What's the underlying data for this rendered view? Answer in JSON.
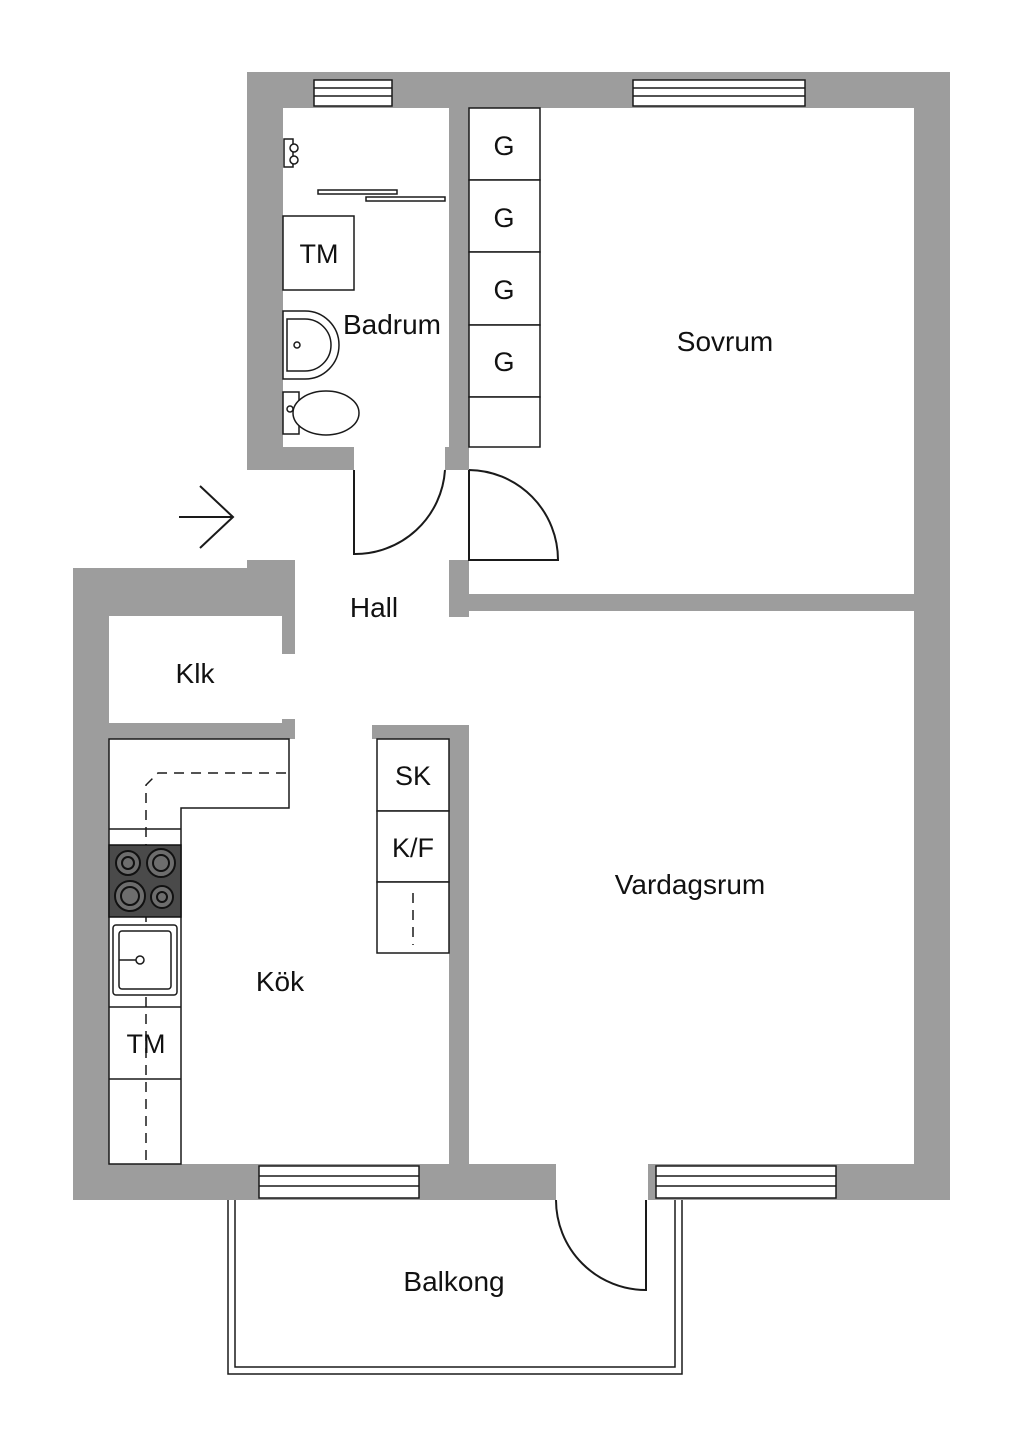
{
  "rooms": {
    "badrum": "Badrum",
    "sovrum": "Sovrum",
    "hall": "Hall",
    "klk": "Klk",
    "vardagsrum": "Vardagsrum",
    "kok": "Kök",
    "balkong": "Balkong"
  },
  "fixtures": {
    "wardrobe": [
      "G",
      "G",
      "G",
      "G"
    ],
    "bath_washer": "TM",
    "kitchen_washer": "TM",
    "pantry": "SK",
    "fridge_freezer": "K/F"
  },
  "icons": {
    "entrance": "arrow-right",
    "stove": "hob-4-rings",
    "sink": "kitchen-sink",
    "toilet": "toilet",
    "washbasin": "washbasin"
  },
  "colors": {
    "wall": "#9d9d9d",
    "line": "#1a1a1a",
    "hob": "#4a4a4a"
  }
}
